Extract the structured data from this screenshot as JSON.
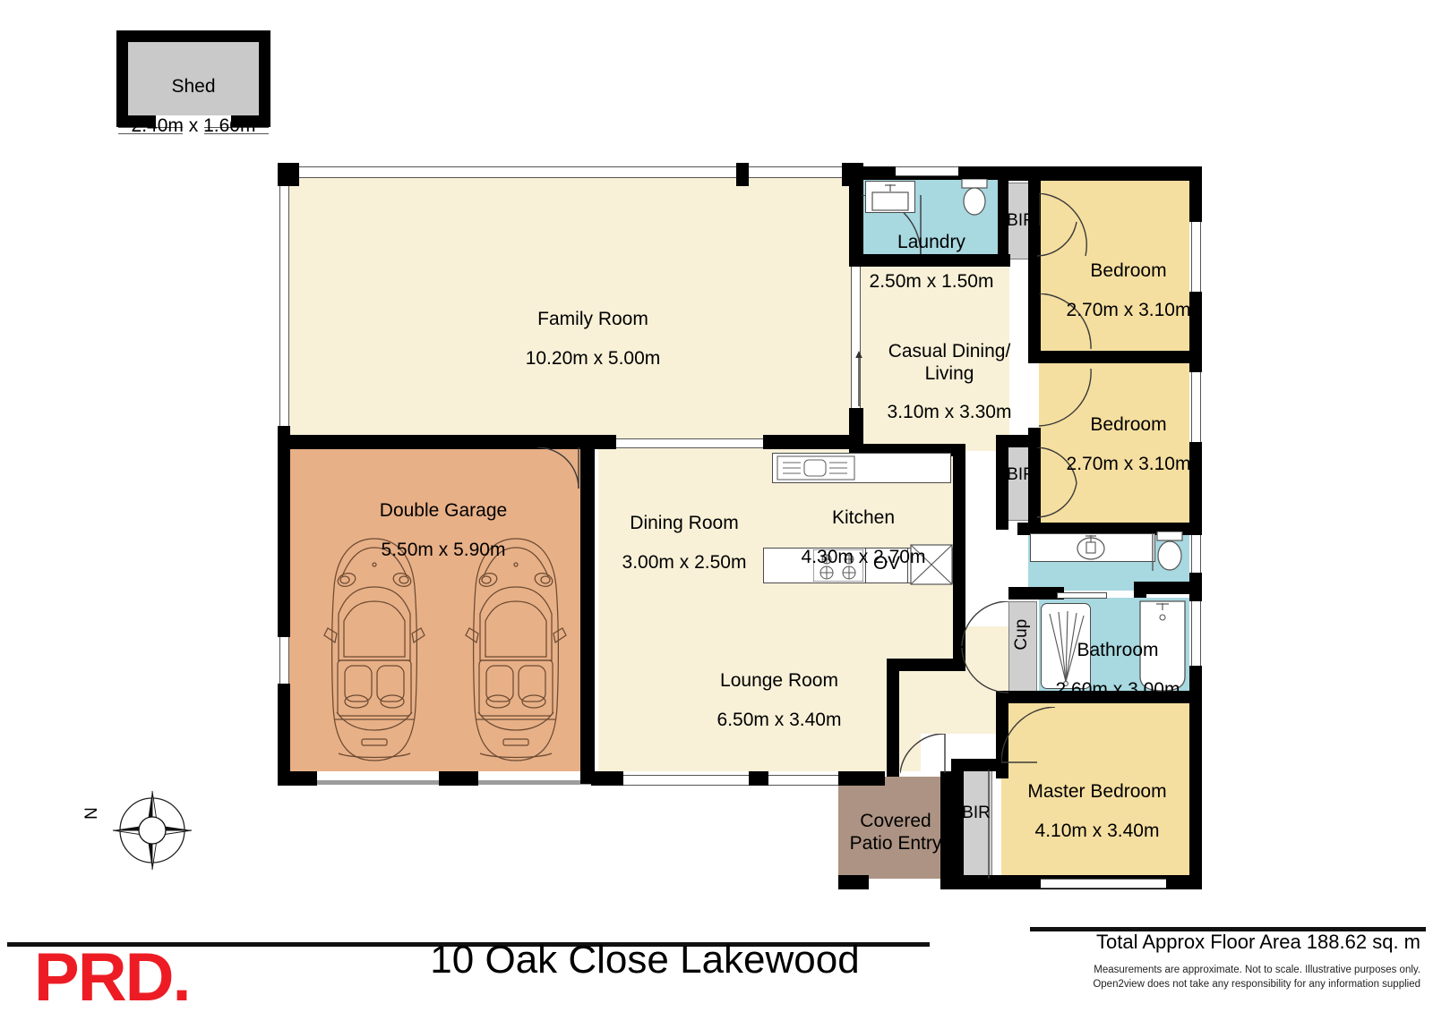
{
  "document": {
    "type": "floor-plan",
    "orientation_marker": "N"
  },
  "outbuilding": {
    "name": "Shed",
    "dimensions": "2.40m x 1.60m"
  },
  "rooms": [
    {
      "id": "family-room",
      "name": "Family Room",
      "dimensions": "10.20m x 5.00m",
      "fill": "#F8F1D8"
    },
    {
      "id": "double-garage",
      "name": "Double Garage",
      "dimensions": "5.50m x 5.90m",
      "fill": "#E8B087"
    },
    {
      "id": "dining-room",
      "name": "Dining Room",
      "dimensions": "3.00m x 2.50m",
      "fill": "#F8F1D8"
    },
    {
      "id": "kitchen",
      "name": "Kitchen",
      "dimensions": "4.30m x 2.70m",
      "fill": "#F8F1D8"
    },
    {
      "id": "lounge-room",
      "name": "Lounge Room",
      "dimensions": "6.50m x 3.40m",
      "fill": "#F8F1D8"
    },
    {
      "id": "laundry",
      "name": "Laundry",
      "dimensions": "2.50m x 1.50m",
      "fill": "#A8D8E0"
    },
    {
      "id": "casual-dining",
      "name": "Casual Dining/\nLiving",
      "dimensions": "3.10m x 3.30m",
      "fill": "#F8F1D8"
    },
    {
      "id": "bedroom-2",
      "name": "Bedroom",
      "dimensions": "2.70m x 3.10m",
      "fill": "#F5DFA0"
    },
    {
      "id": "bedroom-3",
      "name": "Bedroom",
      "dimensions": "2.70m x 3.10m",
      "fill": "#F5DFA0"
    },
    {
      "id": "bathroom",
      "name": "Bathroom",
      "dimensions": "2.60m x 3.00m",
      "fill": "#A8D8E0"
    },
    {
      "id": "master-bedroom",
      "name": "Master Bedroom",
      "dimensions": "4.10m x 3.40m",
      "fill": "#F5DFA0"
    },
    {
      "id": "covered-patio",
      "name": "Covered\nPatio Entry",
      "dimensions": "",
      "fill": "#AD9383"
    }
  ],
  "storage": {
    "bir_label": "BIR",
    "cup_label": "Cup",
    "items": [
      {
        "id": "bir-bedroom-2",
        "label": "BIR"
      },
      {
        "id": "bir-bedroom-3",
        "label": "BIR"
      },
      {
        "id": "bir-master-bedroom",
        "label": "BIR"
      },
      {
        "id": "cup-hall",
        "label": "Cup"
      }
    ]
  },
  "appliances": {
    "oven_label": "OV"
  },
  "footer": {
    "brand": "PRD.",
    "address": "10 Oak Close Lakewood",
    "total_area": "Total Approx Floor Area 188.62 sq. m",
    "disclaimer_line1": "Measurements are approximate. Not to scale. Illustrative purposes only.",
    "disclaimer_line2": "Open2view does not take any responsibility for any information supplied"
  },
  "colors": {
    "wall": "#000000",
    "brand_red": "#ED1C24",
    "cream": "#F8F1D8",
    "garage_tan": "#E8B087",
    "bedroom_yellow": "#F5DFA0",
    "wet_blue": "#A8D8E0",
    "cupboard_grey": "#CFCFCF",
    "patio_brown": "#AD9383",
    "shed_grey": "#C9C9C9"
  }
}
